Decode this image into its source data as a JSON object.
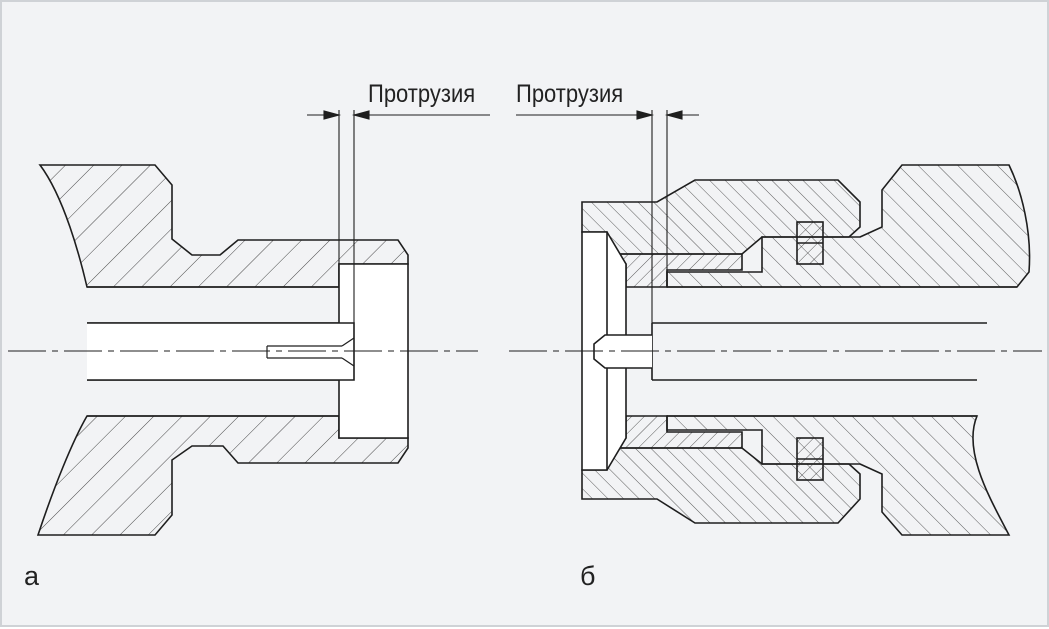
{
  "labels": {
    "protrusion_a": "Протрузия",
    "protrusion_b": "Протрузия",
    "figure_a": "а",
    "figure_b": "б"
  },
  "colors": {
    "background": "#f2f3f5",
    "frame": "#cfd2d6",
    "section_fill": "#ffffff",
    "line": "#1e1e1e"
  }
}
